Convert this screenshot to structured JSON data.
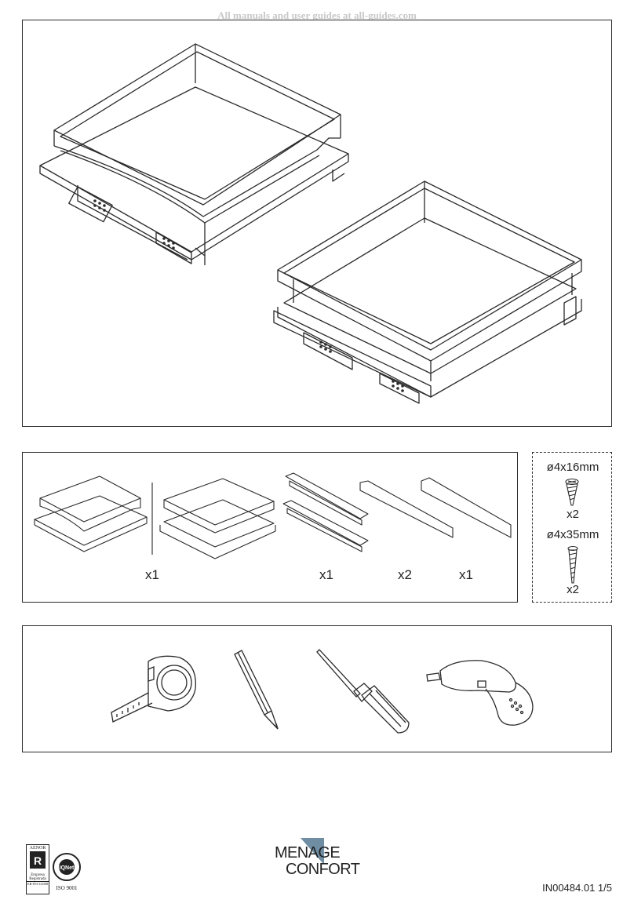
{
  "header": {
    "watermark": "All manuals and user guides at all-guides.com"
  },
  "parts": {
    "quantities": [
      "x1",
      "x1",
      "x2",
      "x1"
    ],
    "screws": [
      {
        "size": "ø4x16mm",
        "qty": "x2"
      },
      {
        "size": "ø4x35mm",
        "qty": "x2"
      }
    ]
  },
  "footer": {
    "brand_line1": "MENAGE",
    "brand_line2": "CONFORT",
    "doc_code": "IN00484.01 1/5",
    "aenor": "AENOR",
    "er_caption": "Empresa Registrada",
    "er_number": "ER-0913/2008",
    "iqnet": "IQNet",
    "iso": "ISO 9001"
  },
  "colors": {
    "line": "#2a2a2a",
    "brand_triangle": "#6f8ea3"
  }
}
